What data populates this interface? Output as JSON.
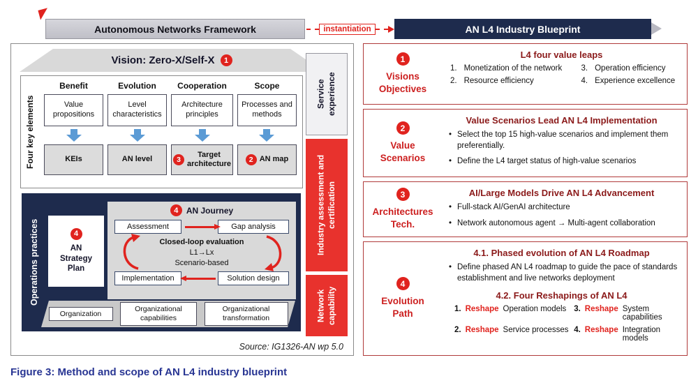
{
  "header": {
    "framework_title": "Autonomous Networks Framework",
    "instantiation_label": "instantiation",
    "blueprint_title": "AN L4 Industry Blueprint"
  },
  "left_panel": {
    "vision": {
      "badge": "1",
      "title": "Vision: Zero-X/Self-X"
    },
    "four_key": {
      "side_label": "Four key elements",
      "columns": [
        {
          "header": "Benefit",
          "top": "Value propositions",
          "bottom": "KEIs"
        },
        {
          "header": "Evolution",
          "top": "Level characteristics",
          "bottom": "AN level"
        },
        {
          "header": "Cooperation",
          "top": "Architecture principles",
          "bottom": "Target architecture",
          "badge": "3"
        },
        {
          "header": "Scope",
          "top": "Processes and methods",
          "bottom": "AN map",
          "badge": "2"
        }
      ]
    },
    "operations": {
      "side_label": "Operations practices",
      "strategy": {
        "badge": "4",
        "label": "AN Strategy Plan"
      },
      "journey": {
        "badge": "4",
        "title": "AN Journey",
        "assessment": "Assessment",
        "gap_analysis": "Gap analysis",
        "closed_loop": "Closed-loop evaluation",
        "levels": "L1→Lx",
        "scenario": "Scenario-based",
        "implementation": "Implementation",
        "solution_design": "Solution design"
      },
      "organization": {
        "box1": "Organization",
        "box2": "Organizational capabilities",
        "box3": "Organizational transformation"
      }
    },
    "side_bars": {
      "service": "Service experience",
      "industry": "Industry assessment and certification",
      "network": "Network capability"
    },
    "source": "Source: IG1326-AN wp 5.0"
  },
  "right_panel": {
    "sections": [
      {
        "badge": "1",
        "label": "Visions Objectives",
        "title": "L4 four value leaps",
        "items": [
          {
            "num": "1.",
            "text": "Monetization of the network"
          },
          {
            "num": "2.",
            "text": "Resource efficiency"
          },
          {
            "num": "3.",
            "text": "Operation efficiency"
          },
          {
            "num": "4.",
            "text": "Experience excellence"
          }
        ]
      },
      {
        "badge": "2",
        "label": "Value Scenarios",
        "title": "Value Scenarios Lead AN L4 Implementation",
        "bullets": [
          "Select the top 15 high-value scenarios and implement them preferentially.",
          "Define the L4 target status of high-value scenarios"
        ]
      },
      {
        "badge": "3",
        "label": "Architectures Tech.",
        "title": "AI/Large Models Drive AN L4 Advancement",
        "bullets": [
          "Full-stack AI/GenAI architecture",
          "Network autonomous agent → Multi-agent collaboration"
        ]
      },
      {
        "badge": "4",
        "label": "Evolution Path",
        "title1": "4.1. Phased evolution of AN L4 Roadmap",
        "bullet": "Define phased AN L4 roadmap to guide the pace of standards establishment and live networks deployment",
        "title2": "4.2. Four Reshapings of AN L4",
        "reshapes": [
          {
            "num": "1.",
            "word": "Reshape",
            "rest": "Operation models"
          },
          {
            "num": "2.",
            "word": "Reshape",
            "rest": "Service processes"
          },
          {
            "num": "3.",
            "word": "Reshape",
            "rest": "System capabilities"
          },
          {
            "num": "4.",
            "word": "Reshape",
            "rest": "Integration models"
          }
        ]
      }
    ]
  },
  "caption": "Figure 3: Method and scope of AN L4 industry blueprint"
}
